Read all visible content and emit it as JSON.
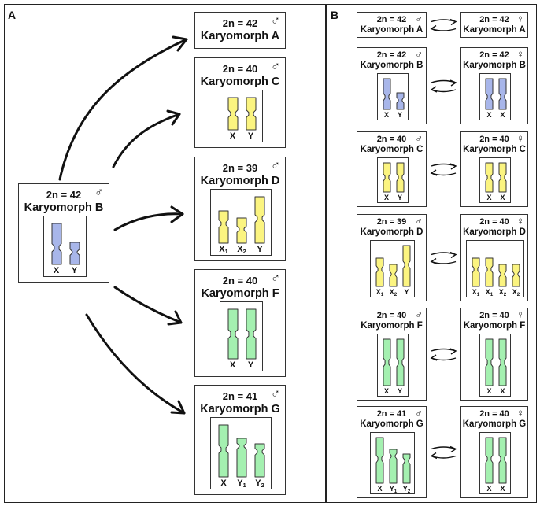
{
  "panels": {
    "a": {
      "letter": "A"
    },
    "b": {
      "letter": "B"
    }
  },
  "colors": {
    "blue": "#a8b6ea",
    "yellow": "#fbf480",
    "green": "#a4f0b0",
    "outline": "#333333"
  },
  "center": {
    "count": "2n = 42",
    "sex": "♂",
    "name": "Karyomorph B",
    "chromosomes": [
      {
        "label": "X",
        "sub": "",
        "color": "blue",
        "shape": "long"
      },
      {
        "label": "Y",
        "sub": "",
        "color": "blue",
        "shape": "short"
      }
    ]
  },
  "derived": [
    {
      "count": "2n = 42",
      "sex": "♂",
      "name": "Karyomorph A",
      "chromosomes": []
    },
    {
      "count": "2n = 40",
      "sex": "♂",
      "name": "Karyomorph C",
      "chromosomes": [
        {
          "label": "X",
          "sub": "",
          "color": "yellow",
          "shape": "equal"
        },
        {
          "label": "Y",
          "sub": "",
          "color": "yellow",
          "shape": "equal"
        }
      ]
    },
    {
      "count": "2n = 39",
      "sex": "♂",
      "name": "Karyomorph D",
      "chromosomes": [
        {
          "label": "X",
          "sub": "1",
          "color": "yellow",
          "shape": "med"
        },
        {
          "label": "X",
          "sub": "2",
          "color": "yellow",
          "shape": "short"
        },
        {
          "label": "Y",
          "sub": "",
          "color": "yellow",
          "shape": "tall"
        }
      ]
    },
    {
      "count": "2n = 40",
      "sex": "♂",
      "name": "Karyomorph F",
      "chromosomes": [
        {
          "label": "X",
          "sub": "",
          "color": "green",
          "shape": "longeq"
        },
        {
          "label": "Y",
          "sub": "",
          "color": "green",
          "shape": "longeq"
        }
      ]
    },
    {
      "count": "2n = 41",
      "sex": "♂",
      "name": "Karyomorph G",
      "chromosomes": [
        {
          "label": "X",
          "sub": "",
          "color": "green",
          "shape": "tall"
        },
        {
          "label": "Y",
          "sub": "1",
          "color": "green",
          "shape": "mid"
        },
        {
          "label": "Y",
          "sub": "2",
          "color": "green",
          "shape": "midshort"
        }
      ]
    }
  ],
  "pairs": [
    {
      "male": {
        "count": "2n = 42",
        "sex": "♂",
        "name": "Karyomorph A",
        "chromosomes": []
      },
      "female": {
        "count": "2n = 42",
        "sex": "♀",
        "name": "Karyomorph A",
        "chromosomes": []
      }
    },
    {
      "male": {
        "count": "2n = 42",
        "sex": "♂",
        "name": "Karyomorph B",
        "chromosomes": [
          {
            "label": "X",
            "sub": "",
            "color": "blue",
            "shape": "long"
          },
          {
            "label": "Y",
            "sub": "",
            "color": "blue",
            "shape": "short"
          }
        ]
      },
      "female": {
        "count": "2n = 42",
        "sex": "♀",
        "name": "Karyomorph B",
        "chromosomes": [
          {
            "label": "X",
            "sub": "",
            "color": "blue",
            "shape": "long"
          },
          {
            "label": "X",
            "sub": "",
            "color": "blue",
            "shape": "long"
          }
        ]
      }
    },
    {
      "male": {
        "count": "2n = 40",
        "sex": "♂",
        "name": "Karyomorph C",
        "chromosomes": [
          {
            "label": "X",
            "sub": "",
            "color": "yellow",
            "shape": "equal"
          },
          {
            "label": "Y",
            "sub": "",
            "color": "yellow",
            "shape": "equal"
          }
        ]
      },
      "female": {
        "count": "2n = 40",
        "sex": "♀",
        "name": "Karyomorph C",
        "chromosomes": [
          {
            "label": "X",
            "sub": "",
            "color": "yellow",
            "shape": "equal"
          },
          {
            "label": "X",
            "sub": "",
            "color": "yellow",
            "shape": "equal"
          }
        ]
      }
    },
    {
      "male": {
        "count": "2n = 39",
        "sex": "♂",
        "name": "Karyomorph D",
        "chromosomes": [
          {
            "label": "X",
            "sub": "1",
            "color": "yellow",
            "shape": "med"
          },
          {
            "label": "X",
            "sub": "2",
            "color": "yellow",
            "shape": "short"
          },
          {
            "label": "Y",
            "sub": "",
            "color": "yellow",
            "shape": "tall"
          }
        ]
      },
      "female": {
        "count": "2n = 40",
        "sex": "♀",
        "name": "Karyomorph D",
        "chromosomes": [
          {
            "label": "X",
            "sub": "1",
            "color": "yellow",
            "shape": "med"
          },
          {
            "label": "X",
            "sub": "1",
            "color": "yellow",
            "shape": "med"
          },
          {
            "label": "X",
            "sub": "2",
            "color": "yellow",
            "shape": "short"
          },
          {
            "label": "X",
            "sub": "2",
            "color": "yellow",
            "shape": "short"
          }
        ]
      }
    },
    {
      "male": {
        "count": "2n = 40",
        "sex": "♂",
        "name": "Karyomorph F",
        "chromosomes": [
          {
            "label": "X",
            "sub": "",
            "color": "green",
            "shape": "longeq"
          },
          {
            "label": "Y",
            "sub": "",
            "color": "green",
            "shape": "longeq"
          }
        ]
      },
      "female": {
        "count": "2n = 40",
        "sex": "♀",
        "name": "Karyomorph F",
        "chromosomes": [
          {
            "label": "X",
            "sub": "",
            "color": "green",
            "shape": "longeq"
          },
          {
            "label": "X",
            "sub": "",
            "color": "green",
            "shape": "longeq"
          }
        ]
      }
    },
    {
      "male": {
        "count": "2n = 41",
        "sex": "♂",
        "name": "Karyomorph G",
        "chromosomes": [
          {
            "label": "X",
            "sub": "",
            "color": "green",
            "shape": "tall"
          },
          {
            "label": "Y",
            "sub": "1",
            "color": "green",
            "shape": "mid"
          },
          {
            "label": "Y",
            "sub": "2",
            "color": "green",
            "shape": "midshort"
          }
        ]
      },
      "female": {
        "count": "2n = 40",
        "sex": "♀",
        "name": "Karyomorph G",
        "chromosomes": [
          {
            "label": "X",
            "sub": "",
            "color": "green",
            "shape": "tall"
          },
          {
            "label": "X",
            "sub": "",
            "color": "green",
            "shape": "tall"
          }
        ]
      }
    }
  ]
}
